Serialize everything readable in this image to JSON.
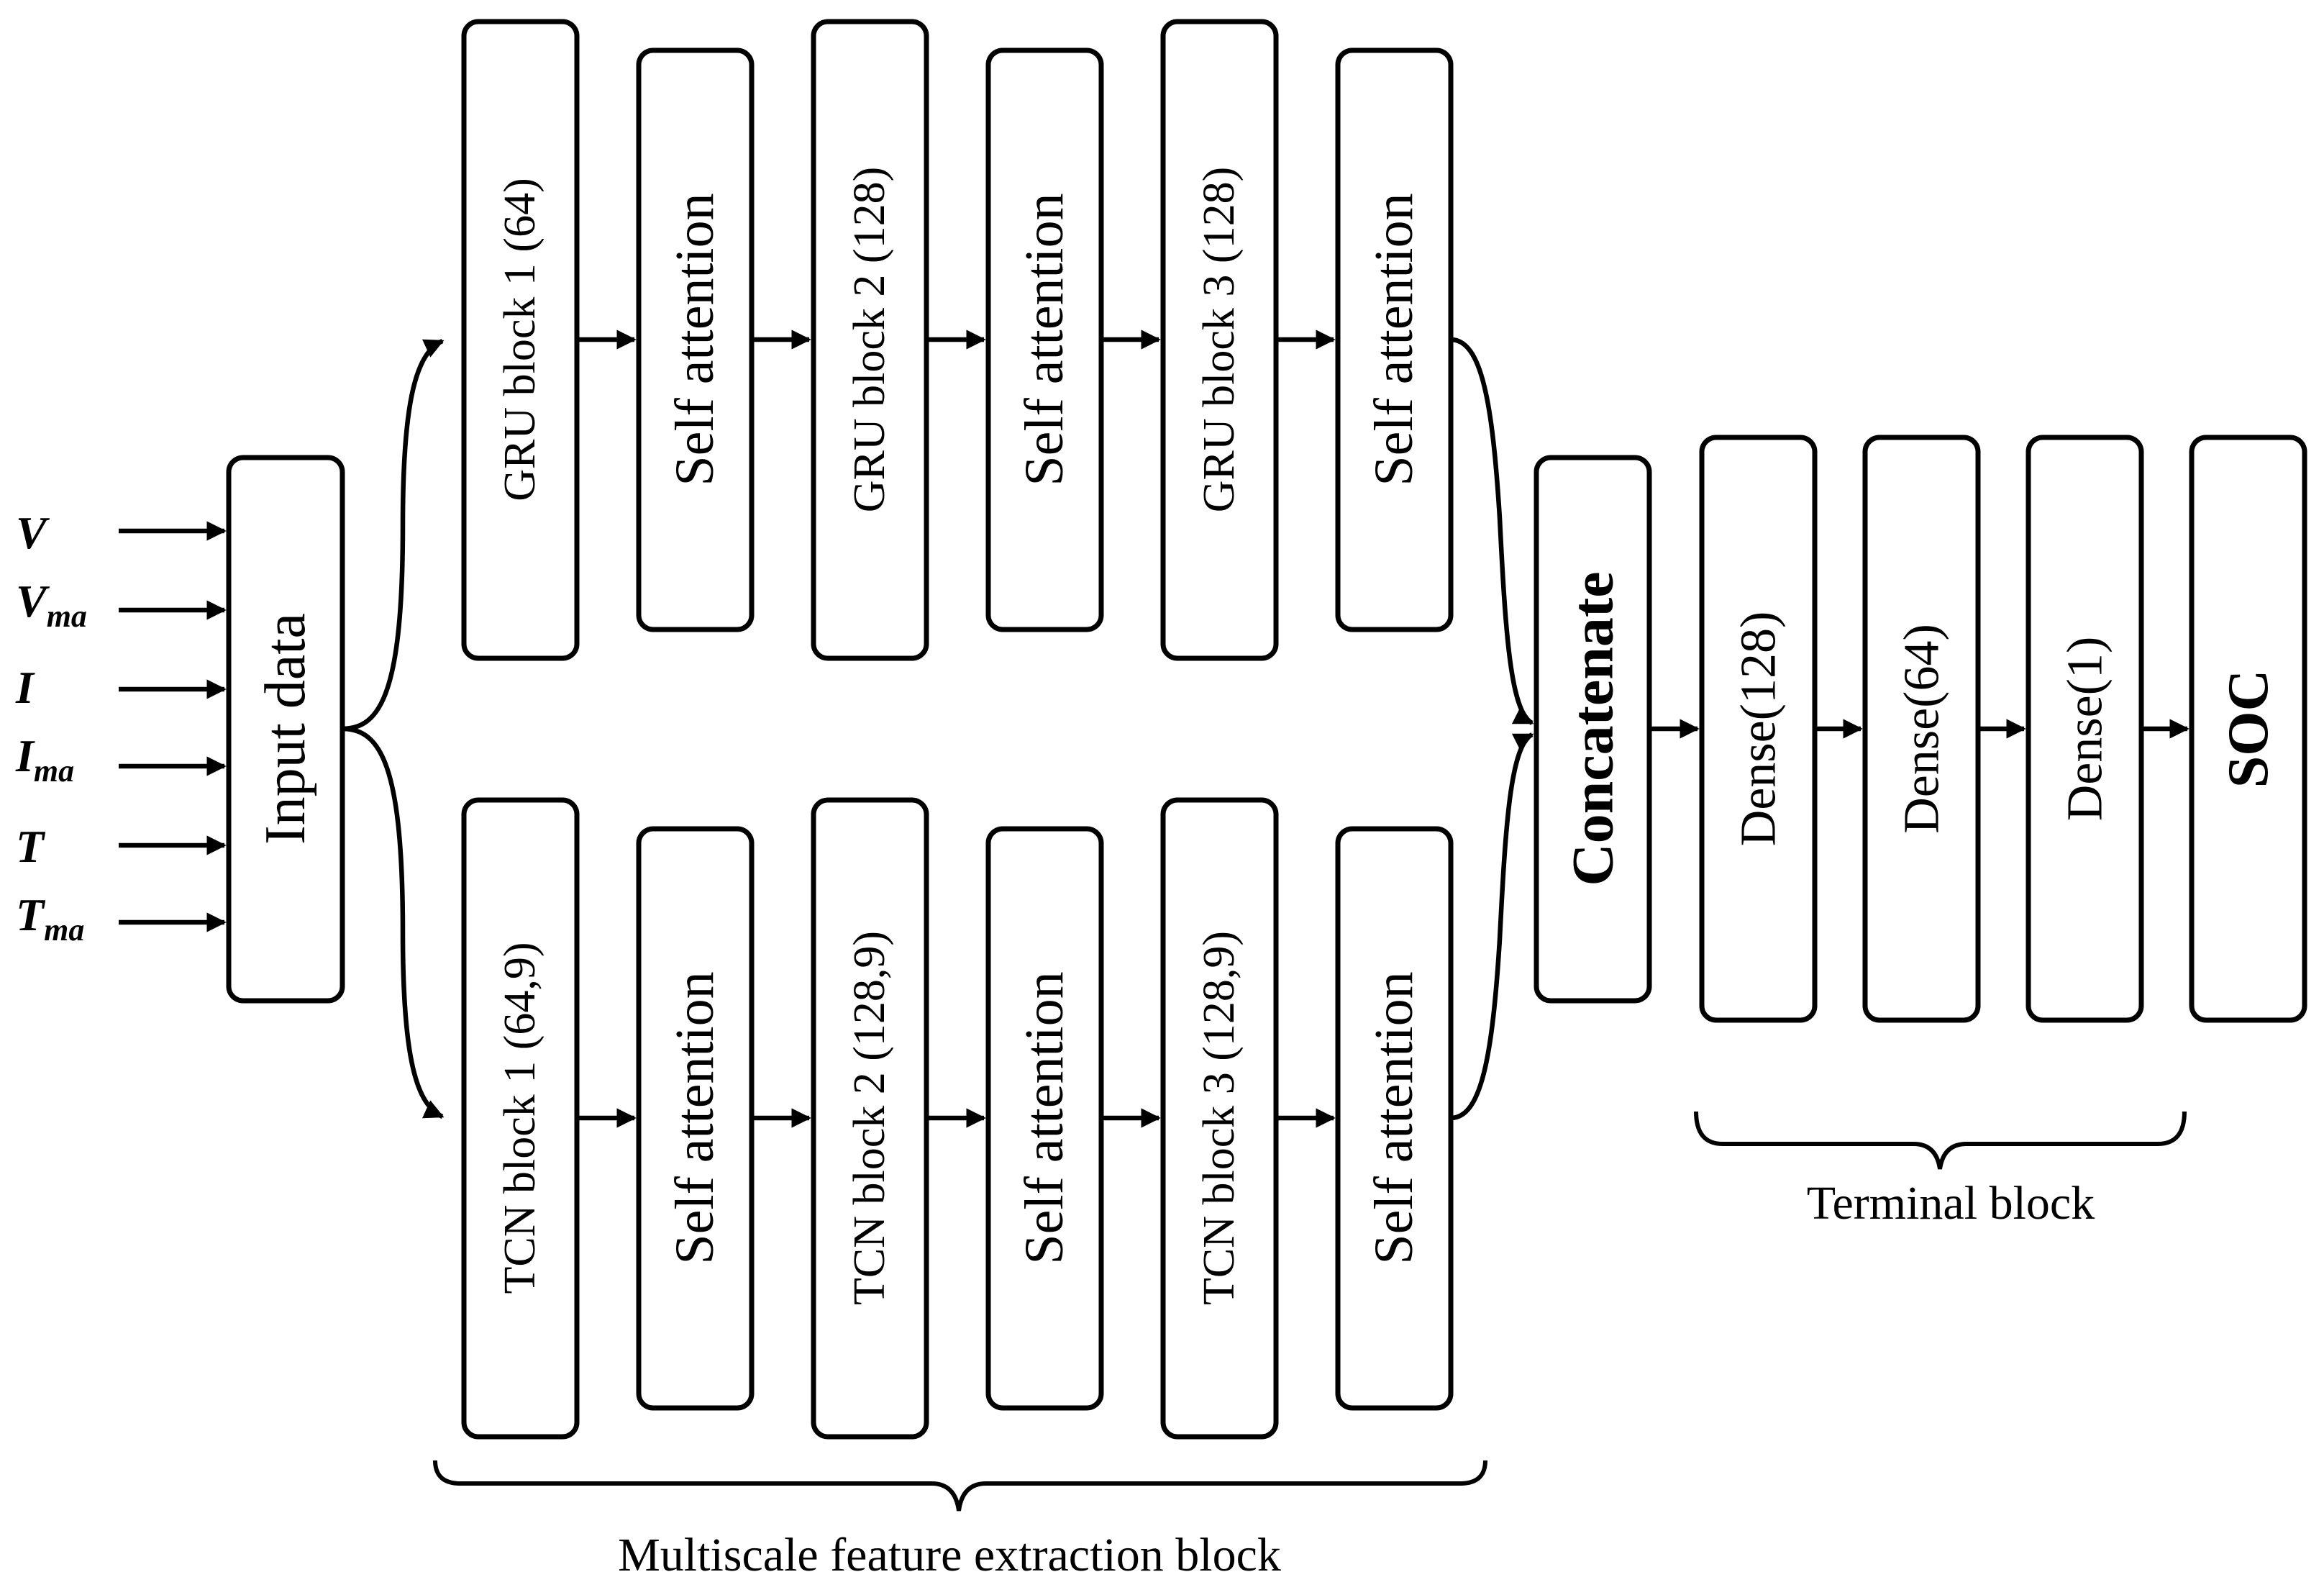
{
  "diagram": {
    "inputs": [
      {
        "symbol": "V",
        "subscript": ""
      },
      {
        "symbol": "V",
        "subscript": "ma"
      },
      {
        "symbol": "I",
        "subscript": ""
      },
      {
        "symbol": "I",
        "subscript": "ma"
      },
      {
        "symbol": "T",
        "subscript": ""
      },
      {
        "symbol": "T",
        "subscript": "ma"
      }
    ],
    "input_block": "Input data",
    "gru_branch": [
      "GRU block 1 (64)",
      "Self attention",
      "GRU block 2 (128)",
      "Self attention",
      "GRU block 3 (128)",
      "Self attention"
    ],
    "tcn_branch": [
      "TCN block 1 (64,9)",
      "Self attention",
      "TCN block 2 (128,9)",
      "Self attention",
      "TCN block 3 (128,9)",
      "Self attention"
    ],
    "concat_block": "Concatenate",
    "terminal_nodes": [
      "Dense(128)",
      "Dense(64)",
      "Dense(1)"
    ],
    "output_block": "SOC",
    "group_labels": {
      "multiscale": "Multiscale feature extraction block",
      "terminal": "Terminal block"
    }
  }
}
